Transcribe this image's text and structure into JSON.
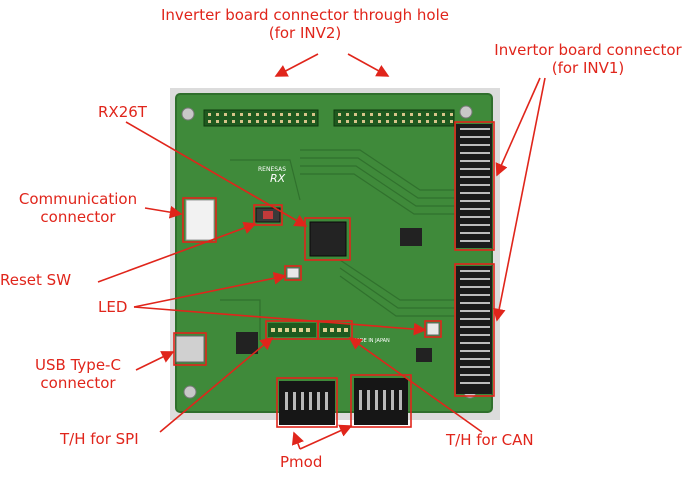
{
  "labels": {
    "inv2_line1": "Inverter board connector through hole",
    "inv2_line2": "(for INV2)",
    "inv1_line1": "Invertor board connector",
    "inv1_line2": "(for INV1)",
    "rx26t": "RX26T",
    "comm_line1": "Communication",
    "comm_line2": "connector",
    "reset": "Reset SW",
    "led": "LED",
    "usb_line1": "USB Type-C",
    "usb_line2": "connector",
    "th_spi": "T/H for SPI",
    "th_can": "T/H for CAN",
    "pmod": "Pmod"
  },
  "board_text": {
    "mcu_brand": "RENESAS",
    "mcu_family": "RX",
    "made_in": "MADE IN JAPAN"
  },
  "colors": {
    "annotation": "#e0251b",
    "pcb": "#3f8a3a",
    "pcb_dark": "#2f6f2c"
  }
}
